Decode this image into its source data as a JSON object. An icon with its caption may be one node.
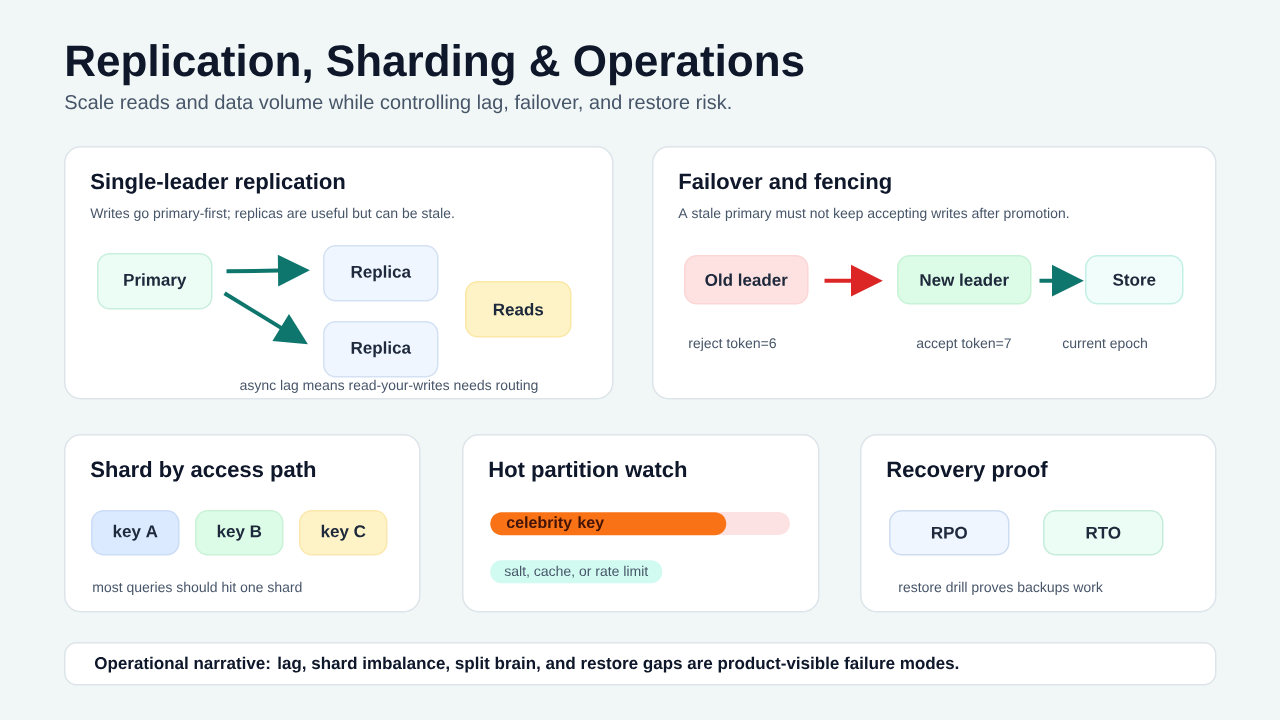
{
  "diagram": {
    "title": "Replication, Sharding & Operations",
    "nodes": [
      {
        "text": [
          "Single-leader replication",
          "Writes go primary-first; replicas are useful but can be stale.",
          "async lag means read-your-writes needs routing"
        ]
      },
      {
        "text": [
          "Primary"
        ],
        "in": 0
      },
      {
        "text": [
          "Replica"
        ],
        "in": 0
      },
      {
        "text": [
          "Replica"
        ],
        "in": 0
      },
      {
        "text": [
          "Reads"
        ],
        "in": 0
      },
      {
        "text": [
          "Failover and fencing",
          "A stale primary must not keep accepting writes after promotion."
        ]
      },
      {
        "text": [
          "Old leader"
        ],
        "in": 5,
        "beside": [
          "reject token=6"
        ]
      },
      {
        "text": [
          "New leader"
        ],
        "in": 5,
        "beside": [
          "accept token=7"
        ]
      },
      {
        "text": [
          "Store"
        ],
        "in": 5,
        "beside": [
          "current epoch"
        ]
      },
      {
        "text": [
          "Shard by access path",
          "most queries should hit one shard"
        ]
      },
      {
        "text": [
          "key A"
        ],
        "in": 9
      },
      {
        "text": [
          "key B"
        ],
        "in": 9
      },
      {
        "text": [
          "key C"
        ],
        "in": 9
      },
      {
        "text": [
          "Hot partition watch"
        ]
      },
      {
        "text": [
          "celebrity key"
        ],
        "in": 13
      },
      {
        "text": [
          "salt, cache, or rate limit"
        ],
        "in": 13
      },
      {
        "text": [
          "Recovery proof",
          "restore drill proves backups work"
        ]
      },
      {
        "text": [
          "RPO"
        ],
        "in": 16
      },
      {
        "text": [
          "RTO"
        ],
        "in": 16
      },
      {
        "text": [
          "Operational narrative: lag, shard imbalance, split brain, and restore gaps are product-visible failure modes."
        ]
      }
    ],
    "edges": [
      {
        "from": 1,
        "to": 2,
        "arrow": "to"
      },
      {
        "from": 1,
        "to": 3,
        "arrow": "to"
      },
      {
        "from": 6,
        "to": 7,
        "arrow": "to",
        "color": "#dc2626"
      },
      {
        "from": 7,
        "to": 8,
        "arrow": "to"
      }
    ],
    "labels": [
      "Scale reads and data volume while controlling lag, failover, and restore risk."
    ]
  }
}
